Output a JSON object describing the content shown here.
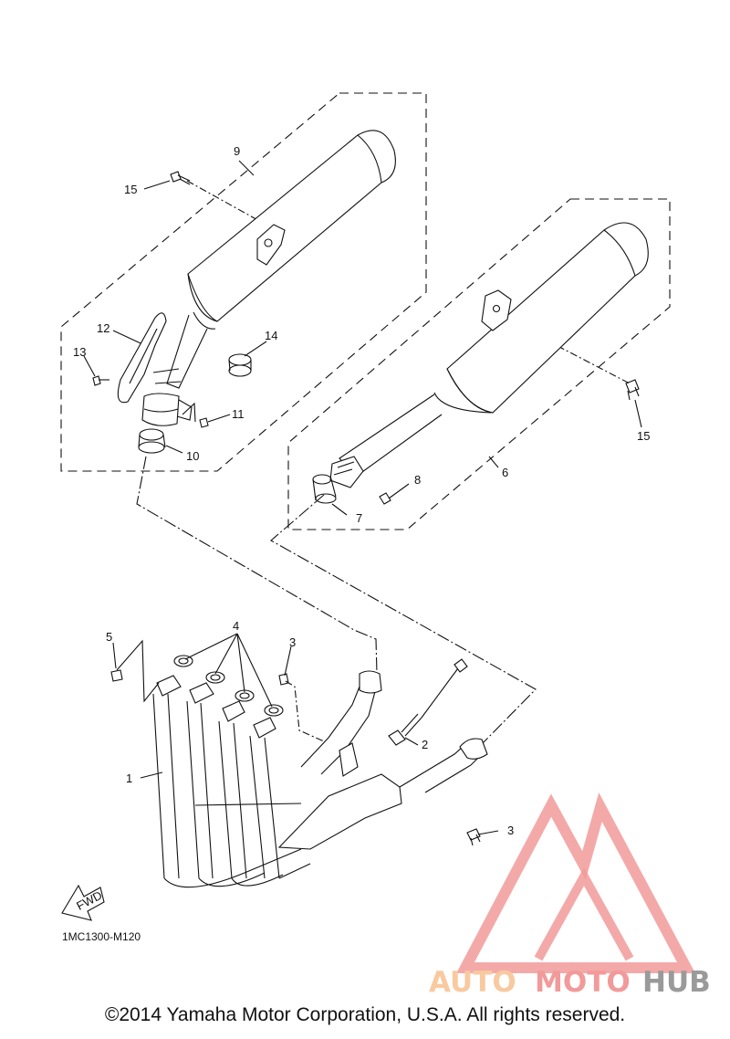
{
  "callouts": {
    "c1": "1",
    "c2": "2",
    "c3a": "3",
    "c3b": "3",
    "c4": "4",
    "c5": "5",
    "c6": "6",
    "c7": "7",
    "c8": "8",
    "c9": "9",
    "c10": "10",
    "c11": "11",
    "c12": "12",
    "c13": "13",
    "c14": "14",
    "c15a": "15",
    "c15b": "15"
  },
  "fwd_label": "FWD",
  "diagram_code": "1MC1300-M120",
  "watermark": {
    "part1": "AUTO",
    "part2": "MOTO",
    "part3": "HUB",
    "color_light": "#f9c9a0",
    "color_red": "#f29a9a",
    "color_gray": "#9a9a9a"
  },
  "copyright": "©2014 Yamaha Motor Corporation, U.S.A. All rights reserved."
}
